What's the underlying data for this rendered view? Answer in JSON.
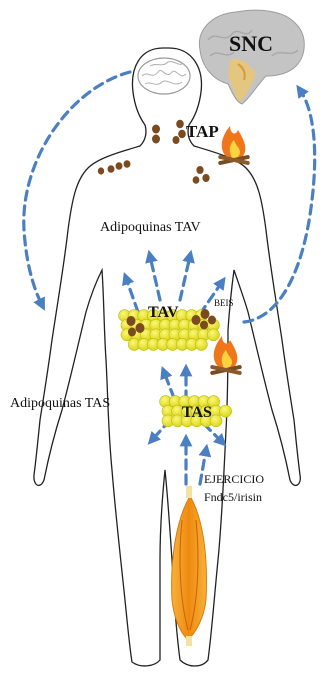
{
  "labels": {
    "snc": "SNC",
    "tap": "TAP",
    "adipoquinas_tav": "Adipoquinas TAV",
    "tav": "TAV",
    "beis": "BEIS",
    "adipoquinas_tas": "Adipoquinas TAS",
    "tas": "TAS",
    "ejercicio": "EJERCICIO",
    "fndc5": "Fndc5/irisin"
  },
  "colors": {
    "arrow": "#4a7fc1",
    "fat": "#e6e31a",
    "brown_fat": "#7b4a1e",
    "brain": "#b9b9b9",
    "muscle": "#f29a16",
    "outline": "#222222"
  }
}
